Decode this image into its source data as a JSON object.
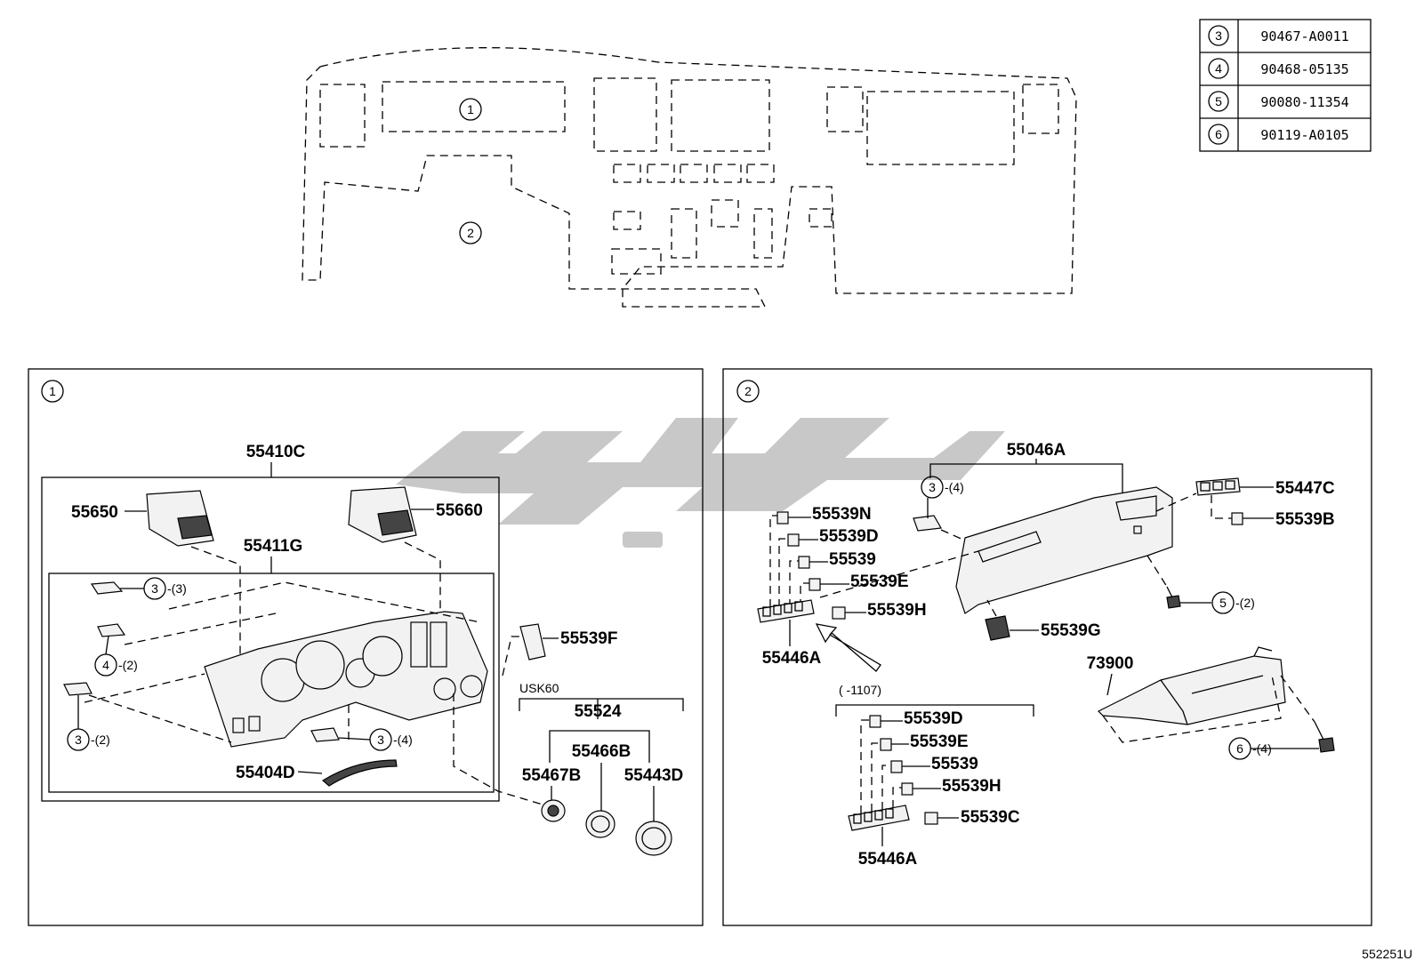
{
  "parts_table": [
    {
      "ref": "3",
      "part_no": "90467-A0011"
    },
    {
      "ref": "4",
      "part_no": "90468-05135"
    },
    {
      "ref": "5",
      "part_no": "90080-11354"
    },
    {
      "ref": "6",
      "part_no": "90119-A0105"
    }
  ],
  "overview": {
    "area1": "1",
    "area2": "2"
  },
  "panel1": {
    "id": "1",
    "assy": "55410C",
    "sub": "55411G",
    "vent_left": "55650",
    "vent_right": "55660",
    "trim": "55404D",
    "bracket": "55539F",
    "variant": "USK60",
    "switch_assy": "55524",
    "switch_ring": "55466B",
    "knob": "55467B",
    "bezel": "55443D",
    "clip3_a": "3",
    "clip3_a_qty": "-(3)",
    "clip4": "4",
    "clip4_qty": "-(2)",
    "clip3_b": "3",
    "clip3_b_qty": "-(2)",
    "clip3_c": "3",
    "clip3_c_qty": "-(4)"
  },
  "panel2": {
    "id": "2",
    "assy": "55046A",
    "clip3": "3",
    "clip3_qty": "-(4)",
    "cover_n": "55539N",
    "cover_d": "55539D",
    "cover_plain": "55539",
    "cover_e": "55539E",
    "cover_h": "55539H",
    "switch_base": "55446A",
    "switch_pad": "55447C",
    "cover_b": "55539B",
    "cover_g": "55539G",
    "screw5": "5",
    "screw5_qty": "-(2)",
    "glovebox": "73900",
    "screw6": "6",
    "screw6_qty": "-(4)",
    "range_note": "(    -1107)",
    "alt_cover_d": "55539D",
    "alt_cover_e": "55539E",
    "alt_cover_plain": "55539",
    "alt_cover_h": "55539H",
    "alt_cover_c": "55539C",
    "alt_switch_base": "55446A"
  },
  "figure_code": "552251U",
  "colors": {
    "line": "#000000",
    "watermark": "#9a9a9a",
    "background": "#ffffff"
  }
}
